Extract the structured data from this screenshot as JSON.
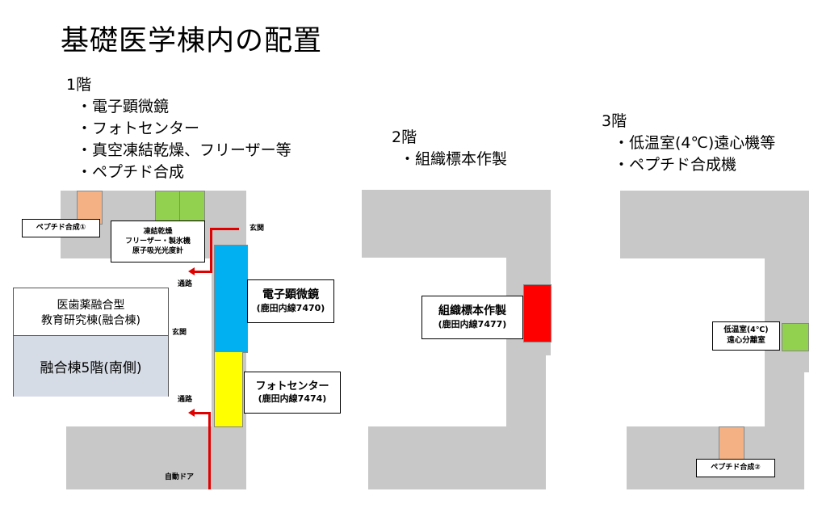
{
  "title": "基礎医学棟内の配置",
  "floor1": {
    "heading": "1階",
    "items": [
      "・電子顕微鏡",
      "・フォトセンター",
      "・真空凍結乾燥、フリーザー等",
      "・ペプチド合成"
    ],
    "label_peptide": "ペプチド合成①",
    "label_freeze": [
      "凍結乾燥",
      "フリーザー・製氷機",
      "原子吸光光度計"
    ],
    "label_entrance_top": "玄関",
    "label_passage_top": "通路",
    "label_entrance_mid": "玄関",
    "label_passage_bottom": "通路",
    "label_auto_door": "自動ドア",
    "adjacent_building": [
      "医歯薬融合型",
      "教育研究棟(融合棟)"
    ],
    "adjacent_floor": "融合棟5階(南側)",
    "em": {
      "name": "電子顕微鏡",
      "ext": "(鹿田内線7470)"
    },
    "photo": {
      "name": "フォトセンター",
      "ext": "(鹿田内線7474)"
    }
  },
  "floor2": {
    "heading": "2階",
    "items": [
      "・組織標本作製"
    ],
    "room": {
      "name": "組織標本作製",
      "ext": "(鹿田内線7477)"
    }
  },
  "floor3": {
    "heading": "3階",
    "items": [
      "・低温室(4℃)遠心機等",
      "・ペプチド合成機"
    ],
    "cold_room": [
      "低温室(4℃)",
      "遠心分離室"
    ],
    "label_peptide": "ペプチド合成②"
  },
  "colors": {
    "corridor": "#c8c8c8",
    "peptide_room": "#f4b183",
    "freeze_room": "#92d050",
    "em_room": "#00b0f0",
    "photo_room": "#ffff00",
    "tissue_room": "#ff0000",
    "cold_room": "#92d050",
    "route": "#e00000",
    "adjacent_fill": "#d6dce5"
  }
}
